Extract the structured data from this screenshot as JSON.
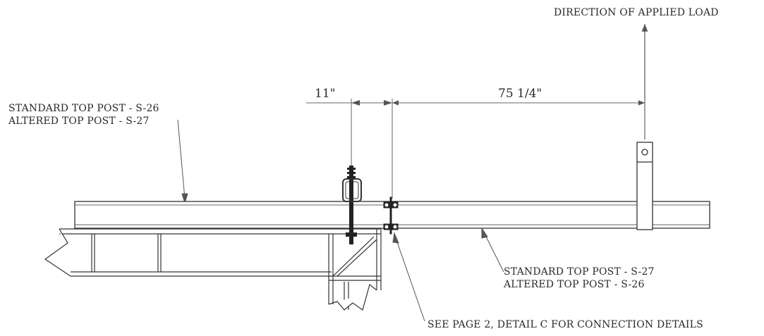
{
  "labels": {
    "direction_of_load": "DIRECTION OF APPLIED LOAD",
    "upper_post_line1": "STANDARD TOP POST - S-26",
    "upper_post_line2": "ALTERED TOP POST - S-27",
    "lower_post_line1": "STANDARD TOP POST - S-27",
    "lower_post_line2": "ALTERED TOP POST - S-26",
    "connection_note": "SEE PAGE 2, DETAIL C FOR CONNECTION DETAILS"
  },
  "dimensions": {
    "short": "11\"",
    "long": "75 1/4\""
  },
  "colors": {
    "line": "#3a3a3a",
    "text": "#2a2a2a",
    "background": "#ffffff"
  }
}
